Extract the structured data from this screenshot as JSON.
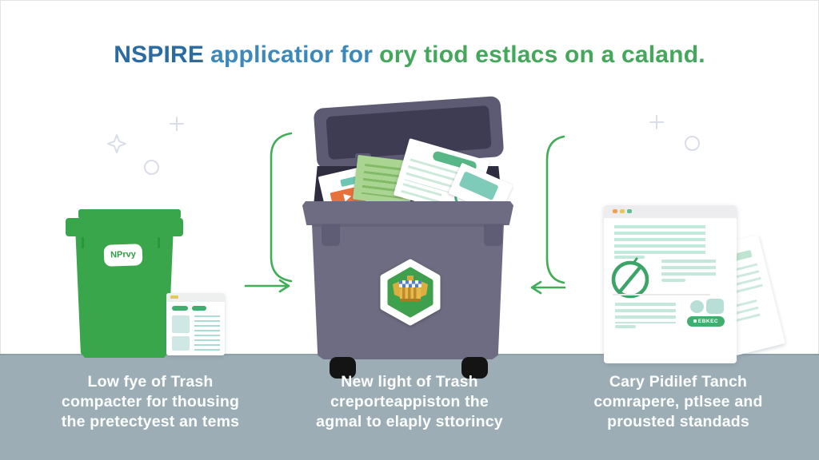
{
  "title": {
    "part1": "NSPIRE",
    "part2": "applicatior for",
    "part3": "ory tiod estlacs on a caland."
  },
  "left_bin": {
    "label": "NPrvy"
  },
  "right_doc": {
    "button_label": "EBKEC"
  },
  "captions": {
    "left": {
      "line1": "Low fye of Trash",
      "line2": "compacter for thousing",
      "line3": "the pretectyest an tems"
    },
    "center": {
      "line1": "New light of Trash",
      "line2": "creporteappiston the",
      "line3": "agmal to elaply sttorincy"
    },
    "right": {
      "line1": "Cary Pidilef Tanch",
      "line2": "comrapere, ptlsee and",
      "line3": "prousted standads"
    }
  },
  "colors": {
    "title_blue_dark": "#2a6ba1",
    "title_blue": "#3c88ba",
    "title_green": "#45a75c",
    "bin_green": "#3aa64b",
    "dumpster_gray": "#6e6c82",
    "lid_gray": "#5d5b73",
    "arrow_green": "#3fae57",
    "band_gray": "#9dadb6",
    "doc_line_teal": "#c5e8dc",
    "button_green": "#3fae6e"
  }
}
